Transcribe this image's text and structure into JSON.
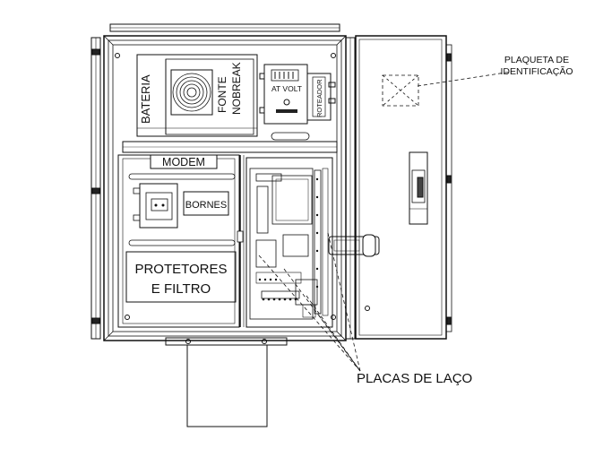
{
  "labels": {
    "bateria": "BATERIA",
    "fonte": "FONTE",
    "nobreak": "NOBREAK",
    "at_volt": "AT VOLT",
    "roteador": "ROTEADOR",
    "modem": "MODEM",
    "bornes": "BORNES",
    "protetores_line1": "PROTETORES",
    "protetores_line2": "E FILTRO",
    "plaqueta_line1": "PLAQUETA DE",
    "plaqueta_line2": "IDENTIFICAÇÃO",
    "placas_de_laco": "PLACAS DE LAÇO"
  }
}
